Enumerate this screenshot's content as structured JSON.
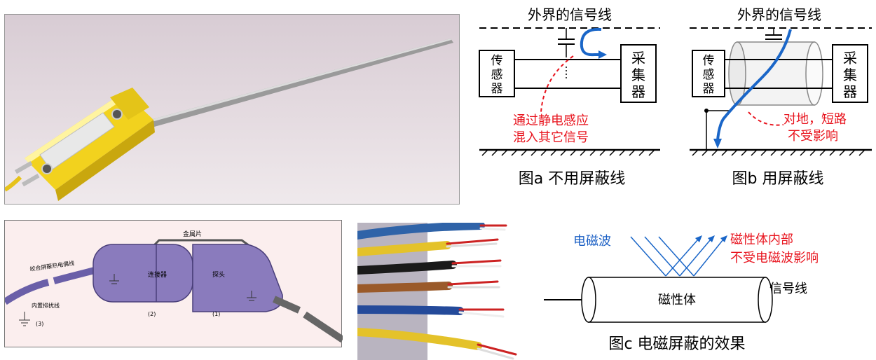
{
  "diagram_a": {
    "signal_line_label": "外界的信号线",
    "sensor_label": [
      "传",
      "感",
      "器"
    ],
    "collector_label": [
      "采",
      "集",
      "器"
    ],
    "note_lines": [
      "通过静电感应",
      "混入其它信号"
    ],
    "caption": "图a 不用屏蔽线"
  },
  "diagram_b": {
    "signal_line_label": "外界的信号线",
    "sensor_label": [
      "传",
      "感",
      "器"
    ],
    "collector_label": [
      "采",
      "集",
      "器"
    ],
    "note_lines": [
      "对地，短路",
      "不受影响"
    ],
    "caption": "图b 用屏蔽线"
  },
  "schematic": {
    "metal_strip_label": "金属片",
    "connector_label": "连接器",
    "probe_label": "探头",
    "cable_label": "绞合屏蔽热电偶线",
    "drain_label": "内置排扰线",
    "marker_1": "(1)",
    "marker_2": "(2)",
    "marker_3": "(3)"
  },
  "diagram_c": {
    "wave_label": "电磁波",
    "magnetic_label": "磁性体",
    "signal_label": "信号线",
    "inside_note_lines": [
      "磁性体内部",
      "不受电磁波影响"
    ],
    "caption": "图c 电磁屏蔽的效果"
  },
  "colors": {
    "red_note": "#e8141e",
    "blue_arrow": "#1a66c8",
    "probe_yellow": "#f2d21e",
    "connector_purple": "#8a7bbd"
  }
}
